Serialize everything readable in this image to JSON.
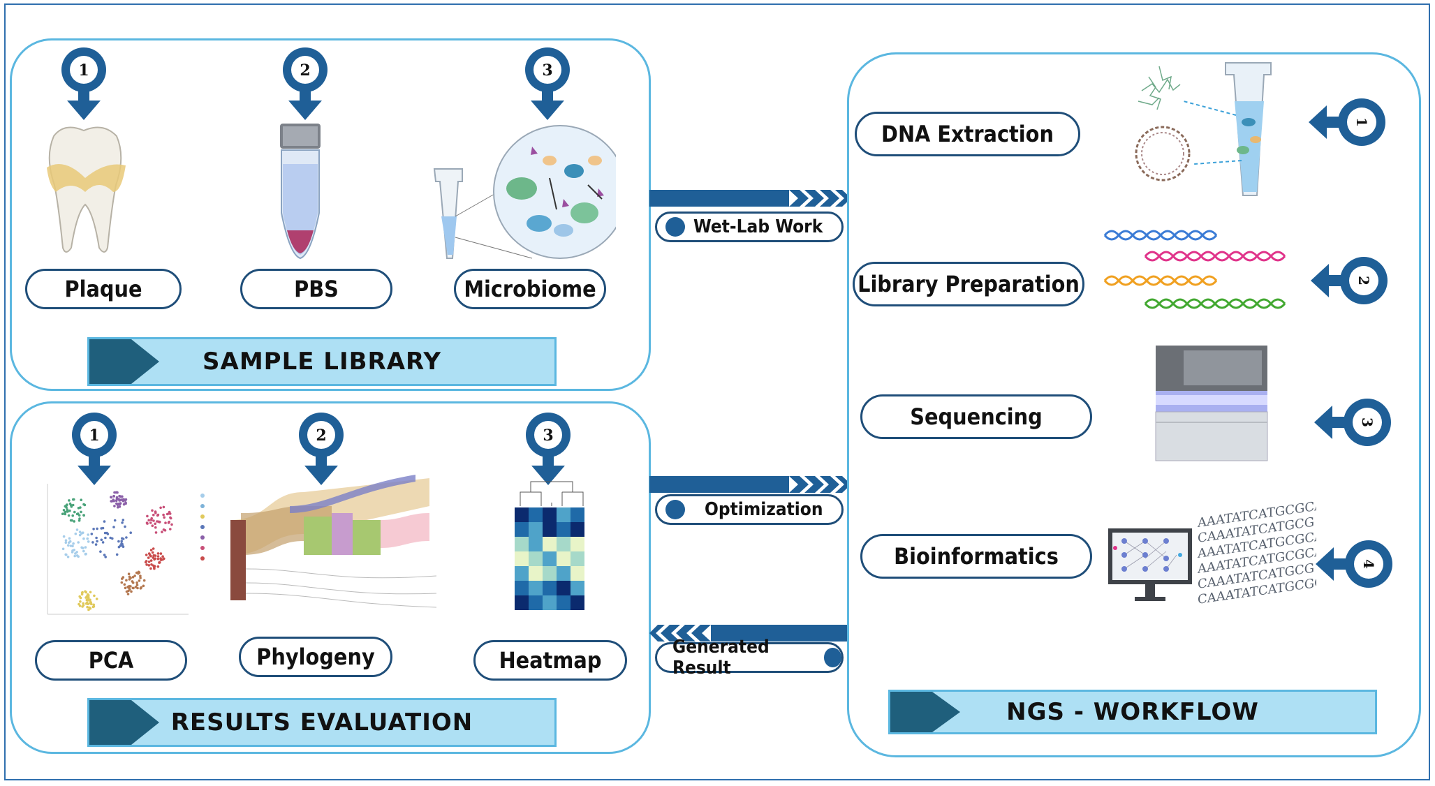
{
  "sample_library": {
    "title": "SAMPLE LIBRARY",
    "items": [
      {
        "number": "1",
        "label": "Plaque"
      },
      {
        "number": "2",
        "label": "PBS"
      },
      {
        "number": "3",
        "label": "Microbiome"
      }
    ]
  },
  "results_evaluation": {
    "title": "RESULTS EVALUATION",
    "items": [
      {
        "number": "1",
        "label": "PCA"
      },
      {
        "number": "2",
        "label": "Phylogeny"
      },
      {
        "number": "3",
        "label": "Heatmap"
      }
    ]
  },
  "ngs_workflow": {
    "title": "NGS - WORKFLOW",
    "steps": [
      {
        "number": "1",
        "label": "DNA Extraction"
      },
      {
        "number": "2",
        "label": "Library Preparation"
      },
      {
        "number": "3",
        "label": "Sequencing"
      },
      {
        "number": "4",
        "label": "Bioinformatics"
      }
    ]
  },
  "connectors": {
    "wet_lab": "Wet-Lab Work",
    "optimization": "Optimization",
    "generated_result": "Generated Result"
  },
  "colors": {
    "marker": "#1f5f97",
    "panel_border": "#5bb7e0",
    "banner_fill": "#aee0f4",
    "pill_border": "#1f4e79"
  },
  "sequence_text": [
    "AAATATCATGCGCAT",
    "CAAATATCATGCG",
    "AAATATCATGCGCAT",
    "AAATATCATGCGCAT",
    "CAAATATCATGCG",
    "CAAATATCATGCGCAT"
  ]
}
